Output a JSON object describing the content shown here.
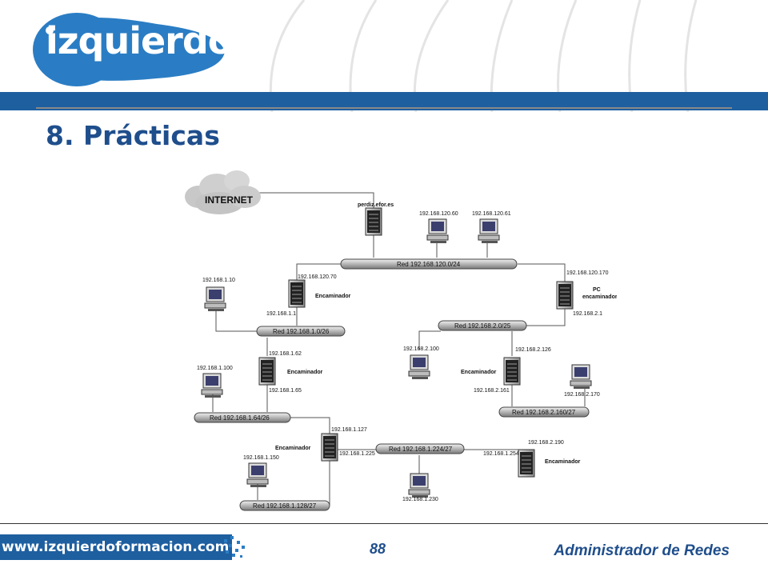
{
  "header": {
    "logo_text": "izquierdo",
    "title": "8. Prácticas"
  },
  "diagram": {
    "cloud_label": "INTERNET",
    "networks": {
      "n120": "Red 192.168.120.0/24",
      "n10": "Red 192.168.1.0/26",
      "n20": "Red 192.168.2.0/25",
      "n164": "Red 192.168.1.64/26",
      "n2160": "Red 192.168.2.160/27",
      "n1224": "Red 192.168.1.224/27",
      "n1128": "Red 192.168.1.128/27"
    },
    "devices": {
      "server_name": "perdiz.efor.es",
      "pc60": "192.168.120.60",
      "pc61": "192.168.120.61",
      "pc110": "192.168.1.10",
      "pc2100": "192.168.2.100",
      "pc1100": "192.168.1.100",
      "pc2170": "192.168.2.170",
      "pc1150": "192.168.1.150",
      "pc1230": "192.168.1.230"
    },
    "routers": {
      "r1_label": "Encaminador",
      "r1_ip_top": "192.168.120.70",
      "r1_ip_bottom": "192.168.1.1",
      "pc_router_label_1": "PC",
      "pc_router_label_2": "encaminador",
      "pcr_ip_top": "192.168.120.170",
      "pcr_ip_bottom": "192.168.2.1",
      "r2_label": "Encaminador",
      "r2_ip_top": "192.168.1.62",
      "r2_ip_bottom": "192.168.1.65",
      "r3_label": "Encaminador",
      "r3_ip_top": "192.168.2.126",
      "r3_ip_bottom": "192.168.2.161",
      "r4_label": "Encaminador",
      "r4_ip_top": "192.168.1.127",
      "r4_ip_bottom": "192.168.1.225",
      "r5_label": "Encaminador",
      "r5_ip_top": "192.168.2.190",
      "r5_ip_left": "192.168.1.254"
    }
  },
  "footer": {
    "url": "www.izquierdoformacion.com",
    "page_number": "88",
    "course_title": "Administrador de Redes"
  },
  "colors": {
    "brand_blue": "#1e5fa0",
    "title_blue": "#1f4e8c",
    "logo_blue": "#2a7dc4"
  }
}
